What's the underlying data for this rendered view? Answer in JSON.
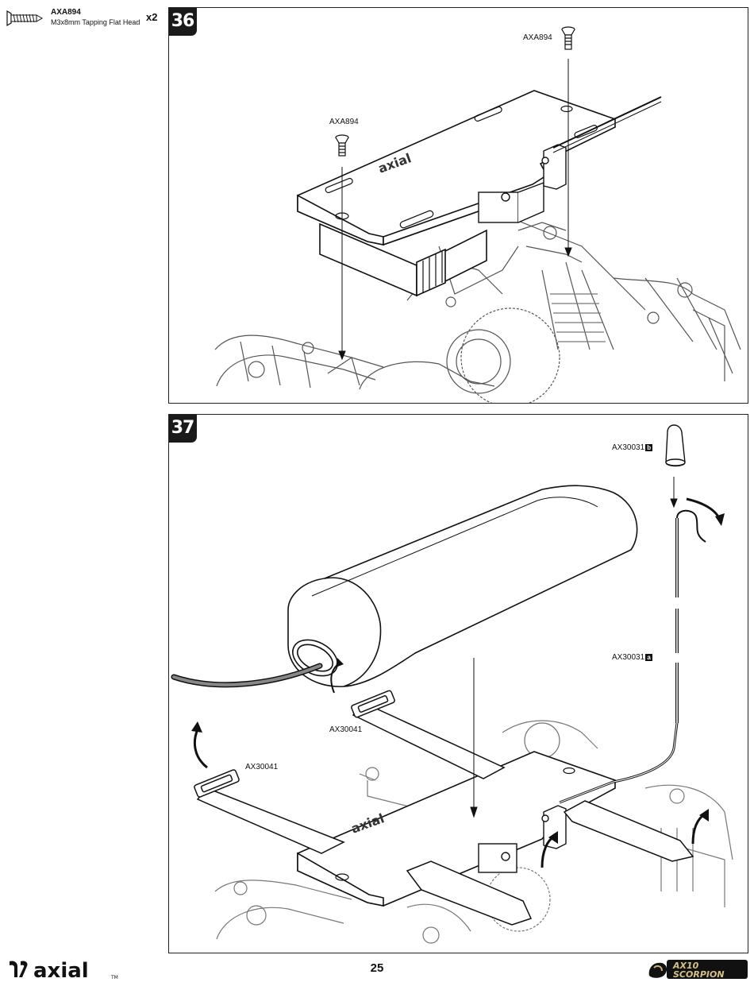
{
  "parts_legend": {
    "part_code": "AXA894",
    "description": "M3x8mm Tapping Flat Head",
    "quantity": "x2"
  },
  "steps": [
    {
      "number": "36",
      "callouts": {
        "screw_left": "AXA894",
        "screw_right": "AXA894"
      }
    },
    {
      "number": "37",
      "callouts": {
        "body_clip": "AX30031",
        "body_clip_variant": "b",
        "body_post": "AX30031",
        "body_post_variant": "a",
        "strap_upper": "AX30041",
        "strap_lower": "AX30041"
      }
    }
  ],
  "footer": {
    "brand": "axial",
    "trademark": "TM",
    "page_number": "25",
    "model_line1": "AX10",
    "model_line2": "SCORPION"
  }
}
